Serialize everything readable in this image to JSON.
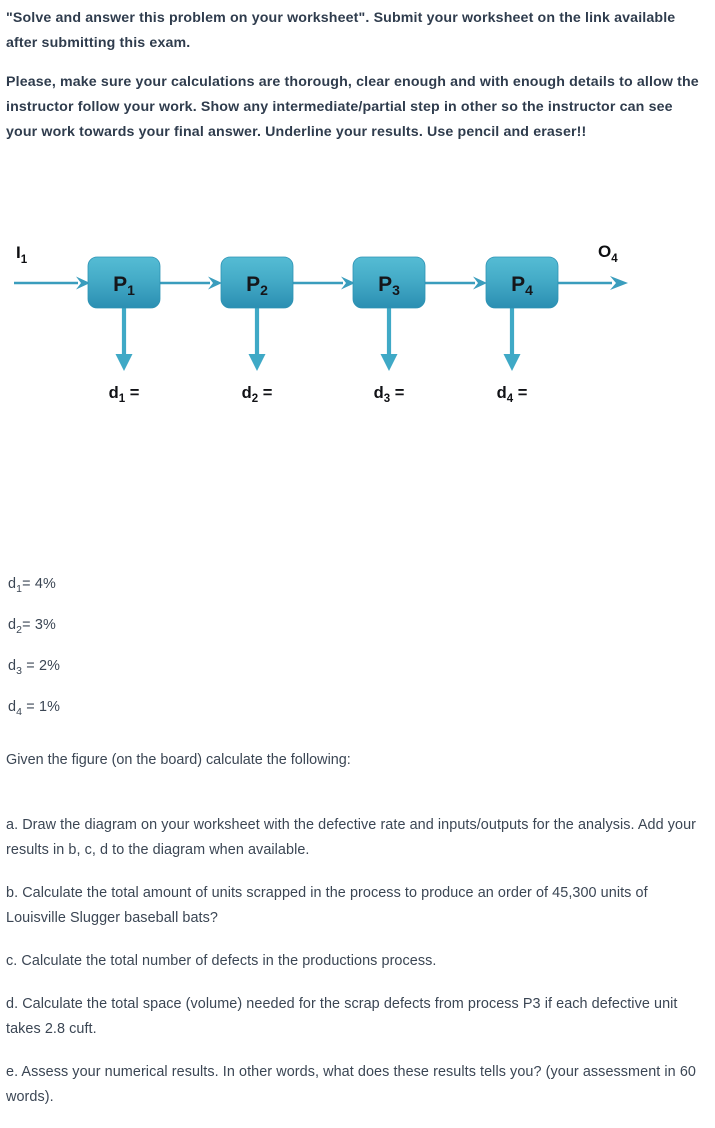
{
  "intro": {
    "paragraph_1": "\"Solve and answer this problem on your worksheet\". Submit your worksheet on the link available after submitting this exam.",
    "paragraph_2": "Please, make sure your calculations are thorough, clear enough and with enough details to allow the instructor follow your work.  Show any intermediate/partial step in other so the instructor can see your work towards your final answer. Underline your results.  Use pencil and eraser!!"
  },
  "diagram": {
    "input_label": "I",
    "input_sub": "1",
    "output_label": "O",
    "output_sub": "4",
    "box_color_top": "#4fb4cd",
    "box_color_bottom": "#2e93b4",
    "arrow_color": "#3a9dbd",
    "drop_arrow_color": "#3fa9c6",
    "processes": [
      {
        "label": "P",
        "sub": "1",
        "defect_label": "d",
        "defect_sub": "1",
        "defect_eq": " ="
      },
      {
        "label": "P",
        "sub": "2",
        "defect_label": "d",
        "defect_sub": "2",
        "defect_eq": " ="
      },
      {
        "label": "P",
        "sub": "3",
        "defect_label": "d",
        "defect_sub": "3",
        "defect_eq": " ="
      },
      {
        "label": "P",
        "sub": "4",
        "defect_label": "d",
        "defect_sub": "4",
        "defect_eq": " ="
      }
    ]
  },
  "rates": [
    {
      "name": "d",
      "sub": "1",
      "value": "= 4%",
      "text": "d1= 4%"
    },
    {
      "name": "d",
      "sub": "2",
      "value": "= 3%",
      "text": "d2= 3%"
    },
    {
      "name": "d",
      "sub": "3",
      "value": " = 2%",
      "text": "d3 = 2%"
    },
    {
      "name": "d",
      "sub": "4",
      "value": " = 1%",
      "text": "d4 = 1%"
    }
  ],
  "questions": {
    "lead": "Given the figure (on the board) calculate the following:",
    "items": [
      "a.  Draw the diagram on your worksheet with the defective rate and inputs/outputs for the analysis. Add your results in b, c, d to the diagram when available.",
      "b.  Calculate the total amount of units scrapped in the process to produce an order of 45,300 units of Louisville Slugger baseball bats?",
      "c. Calculate the total number of defects in the productions process.",
      "d. Calculate the total space (volume) needed for the scrap defects from process P3 if each defective unit takes 2.8 cuft.",
      "e.  Assess your numerical results. In other words, what does these results tells you?  (your assessment in 60 words)."
    ]
  }
}
